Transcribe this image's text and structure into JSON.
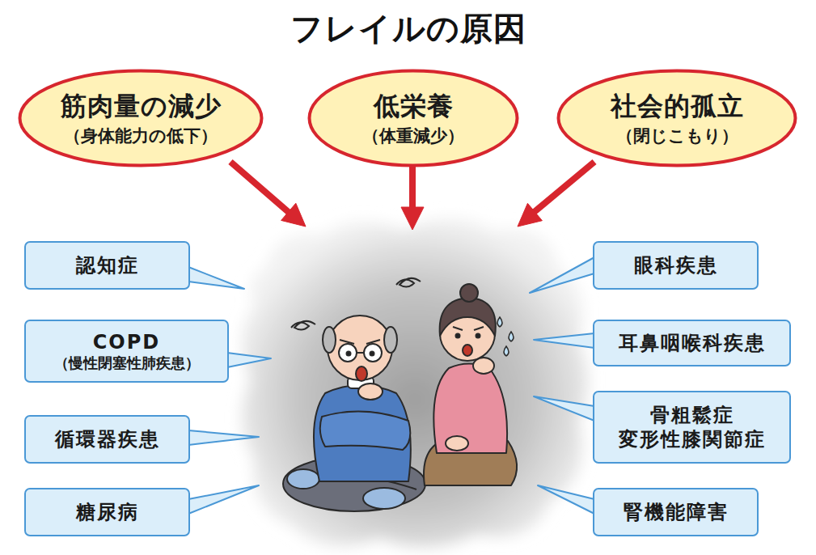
{
  "diagram": {
    "title": "フレイルの原因",
    "nodes": [
      {
        "text": [
          "筋肉量の減少",
          "（身体能力の低下）"
        ]
      },
      {
        "text": [
          "低栄養",
          "（体重減少）"
        ]
      },
      {
        "text": [
          "社会的孤立",
          "（閉じこもり）"
        ]
      },
      {
        "text": [
          "認知症"
        ]
      },
      {
        "text": [
          "COPD",
          "（慢性閉塞性肺疾患）"
        ]
      },
      {
        "text": [
          "循環器疾患"
        ]
      },
      {
        "text": [
          "糖尿病"
        ]
      },
      {
        "text": [
          "眼科疾患"
        ]
      },
      {
        "text": [
          "耳鼻咽喉科疾患"
        ]
      },
      {
        "text": [
          "骨粗鬆症",
          "変形性膝関節症"
        ]
      },
      {
        "text": [
          "腎機能障害"
        ]
      }
    ]
  }
}
